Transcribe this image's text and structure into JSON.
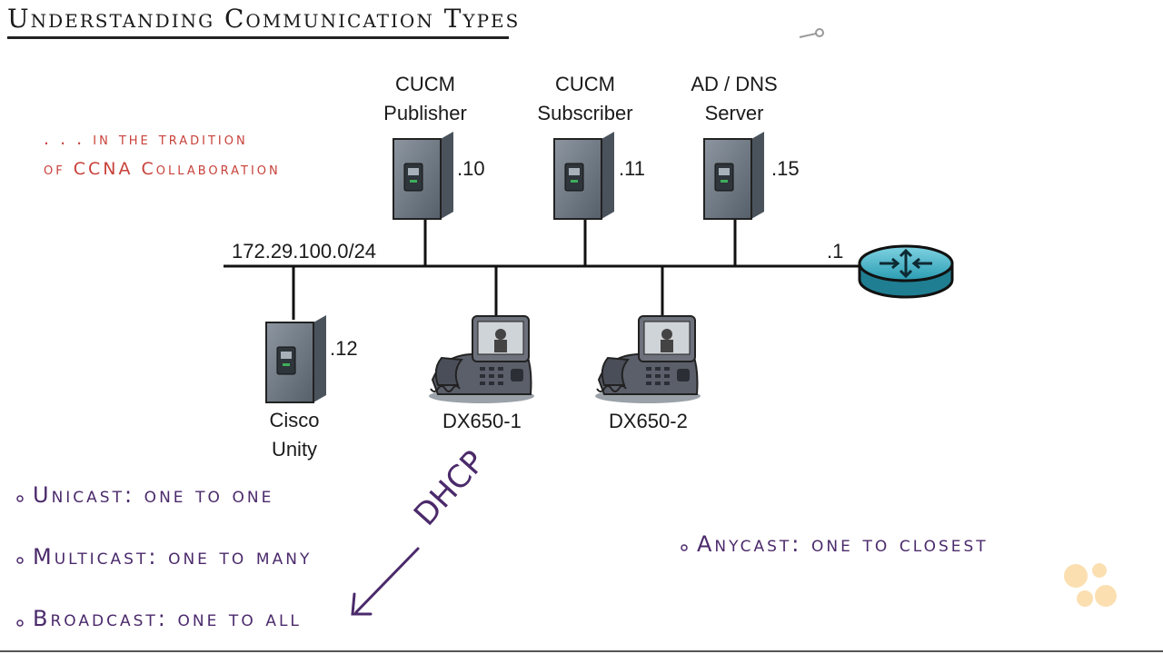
{
  "slide": {
    "title": "Understanding Communication Types",
    "note_line1": ". . . in the tradition",
    "note_line2": "of CCNA Collaboration"
  },
  "network": {
    "subnet": "172.29.100.0/24",
    "gateway_ip": ".1",
    "servers": [
      {
        "name_line1": "CUCM",
        "name_line2": "Publisher",
        "ip": ".10"
      },
      {
        "name_line1": "CUCM",
        "name_line2": "Subscriber",
        "ip": ".11"
      },
      {
        "name_line1": "AD / DNS",
        "name_line2": "Server",
        "ip": ".15"
      },
      {
        "name_line1": "Cisco",
        "name_line2": "Unity",
        "ip": ".12"
      }
    ],
    "phones": [
      {
        "name": "DX650-1"
      },
      {
        "name": "DX650-2"
      }
    ]
  },
  "bullets": {
    "unicast": "Unicast: one to one",
    "multicast": "Multicast: one to many",
    "broadcast": "Broadcast: one to all",
    "anycast": "Anycast: one to closest"
  },
  "annotation": {
    "dhcp": "DHCP"
  },
  "colors": {
    "note": "#c8413a",
    "ink": "#4b2a6b",
    "server": "#5f6872",
    "router": "#2fa3b8",
    "logo": "#f5a623"
  },
  "icons": [
    "server-icon",
    "ip-phone-icon",
    "router-icon",
    "arrow",
    "logo-dots"
  ]
}
